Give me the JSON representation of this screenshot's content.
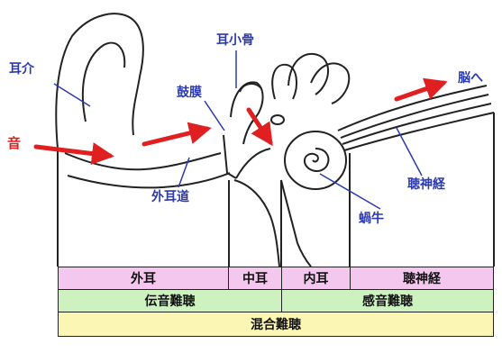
{
  "labels": {
    "pinna": "耳介",
    "sound": "音",
    "ossicles": "耳小骨",
    "eardrum": "鼓膜",
    "ear_canal": "外耳道",
    "to_brain": "脳へ",
    "auditory_nerve": "聴神経",
    "cochlea": "蝸牛"
  },
  "table": {
    "row1": [
      "外耳",
      "中耳",
      "内耳",
      "聴神経"
    ],
    "row2": [
      "伝音難聴",
      "感音難聴"
    ],
    "row3": [
      "混合難聴"
    ]
  },
  "colors": {
    "label_text": "#2c3ab0",
    "arrow": "#e02020",
    "row1_fill": "#f4c8ee",
    "row2_fill": "#cdf2c0",
    "row3_fill": "#fbf6b4"
  }
}
